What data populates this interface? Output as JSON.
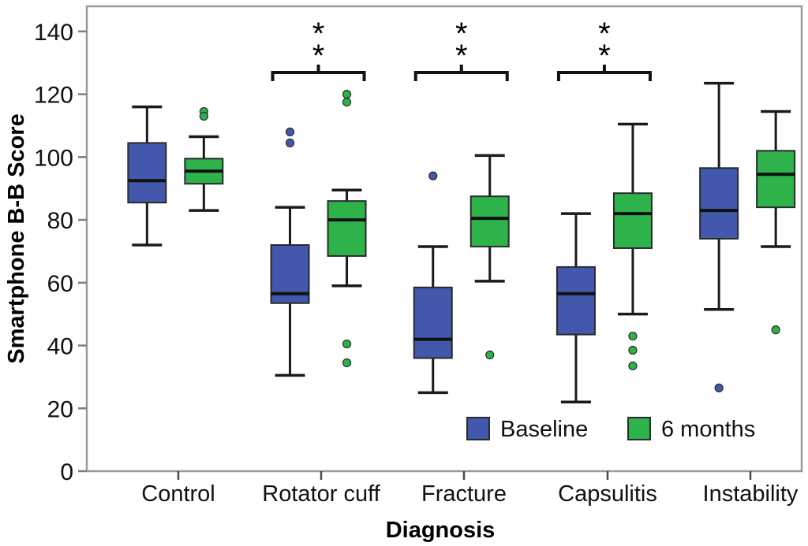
{
  "chart_data": {
    "type": "box",
    "title": "",
    "xlabel": "Diagnosis",
    "ylabel": "Smartphone B-B Score",
    "ylim": [
      0,
      148
    ],
    "yticks": [
      0,
      20,
      40,
      60,
      80,
      100,
      120,
      140
    ],
    "ytick_labels": [
      "0",
      "20",
      "40",
      "60",
      "80",
      "100",
      "120",
      "140"
    ],
    "grid": false,
    "legend_position": "bottom-right",
    "categories": [
      "Control",
      "Rotator cuff",
      "Fracture",
      "Capsulitis",
      "Instability"
    ],
    "series": [
      {
        "name": "Baseline",
        "color": "#4158ac",
        "boxes": [
          {
            "category": "Control",
            "whisker_low": 72.0,
            "q1": 85.5,
            "median": 92.5,
            "q3": 104.5,
            "whisker_high": 116.0,
            "outliers": []
          },
          {
            "category": "Rotator cuff",
            "whisker_low": 30.5,
            "q1": 53.5,
            "median": 56.5,
            "q3": 72.0,
            "whisker_high": 84.0,
            "outliers": [
              108.0,
              104.5
            ]
          },
          {
            "category": "Fracture",
            "whisker_low": 25.0,
            "q1": 36.0,
            "median": 42.0,
            "q3": 58.5,
            "whisker_high": 71.5,
            "outliers": [
              94.0
            ]
          },
          {
            "category": "Capsulitis",
            "whisker_low": 22.0,
            "q1": 43.5,
            "median": 56.5,
            "q3": 65.0,
            "whisker_high": 82.0,
            "outliers": []
          },
          {
            "category": "Instability",
            "whisker_low": 51.5,
            "q1": 74.0,
            "median": 83.0,
            "q3": 96.5,
            "whisker_high": 123.5,
            "outliers": [
              26.5
            ]
          }
        ]
      },
      {
        "name": "6 months",
        "color": "#2eb24a",
        "boxes": [
          {
            "category": "Control",
            "whisker_low": 83.0,
            "q1": 91.5,
            "median": 95.5,
            "q3": 99.5,
            "whisker_high": 106.5,
            "outliers": [
              114.5,
              113.0
            ]
          },
          {
            "category": "Rotator cuff",
            "whisker_low": 59.0,
            "q1": 68.5,
            "median": 80.0,
            "q3": 86.0,
            "whisker_high": 89.5,
            "outliers": [
              120.0,
              117.5,
              40.5,
              34.5
            ]
          },
          {
            "category": "Fracture",
            "whisker_low": 60.5,
            "q1": 71.5,
            "median": 80.5,
            "q3": 87.5,
            "whisker_high": 100.5,
            "outliers": [
              37.0
            ]
          },
          {
            "category": "Capsulitis",
            "whisker_low": 50.0,
            "q1": 71.0,
            "median": 82.0,
            "q3": 88.5,
            "whisker_high": 110.5,
            "outliers": [
              43.0,
              38.5,
              33.5
            ]
          },
          {
            "category": "Instability",
            "whisker_low": 71.5,
            "q1": 84.0,
            "median": 94.5,
            "q3": 102.0,
            "whisker_high": 114.5,
            "outliers": [
              45.0
            ]
          }
        ]
      }
    ],
    "annotations": [
      {
        "category": "Rotator cuff",
        "label": "**",
        "lines": [
          "*",
          "*"
        ]
      },
      {
        "category": "Fracture",
        "label": "**",
        "lines": [
          "*",
          "*"
        ]
      },
      {
        "category": "Capsulitis",
        "label": "**",
        "lines": [
          "*",
          "*"
        ]
      }
    ],
    "legend": [
      {
        "label": "Baseline",
        "color": "#4158ac"
      },
      {
        "label": "6 months",
        "color": "#2eb24a"
      }
    ]
  }
}
